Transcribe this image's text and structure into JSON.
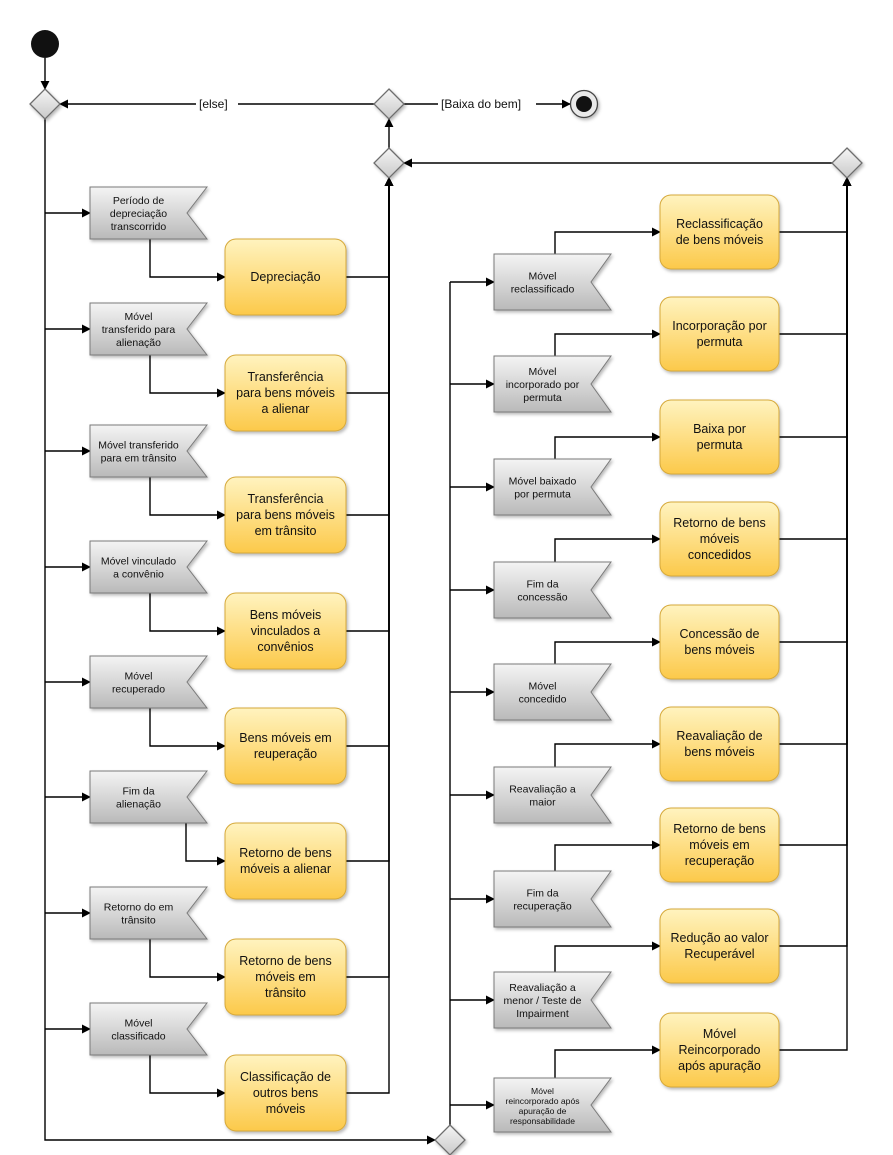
{
  "guards": {
    "else": "[else]",
    "baixa": "[Baixa do bem]"
  },
  "left_column": [
    {
      "signal": [
        "Período de",
        "depreciação",
        "transcorrido"
      ],
      "activity": [
        "Depreciação"
      ]
    },
    {
      "signal": [
        "Móvel",
        "transferido para",
        "alienação"
      ],
      "activity": [
        "Transferência",
        "para bens móveis",
        "a alienar"
      ]
    },
    {
      "signal": [
        "Móvel transferido",
        "para em trânsito"
      ],
      "activity": [
        "Transferência",
        "para bens móveis",
        "em trânsito"
      ]
    },
    {
      "signal": [
        "Móvel vinculado",
        "a convênio"
      ],
      "activity": [
        "Bens móveis",
        "vinculados a",
        "convênios"
      ]
    },
    {
      "signal": [
        "Móvel",
        "recuperado"
      ],
      "activity": [
        "Bens móveis em",
        "reuperação"
      ]
    },
    {
      "signal": [
        "Fim da",
        "alienação"
      ],
      "activity": [
        "Retorno de bens",
        "móveis a alienar"
      ]
    },
    {
      "signal": [
        "Retorno do em",
        "trânsito"
      ],
      "activity": [
        "Retorno de bens",
        "móveis em",
        "trânsito"
      ]
    },
    {
      "signal": [
        "Móvel",
        "classificado"
      ],
      "activity": [
        "Classificação de",
        "outros bens",
        "móveis"
      ]
    }
  ],
  "right_column": [
    {
      "signal": [
        "Móvel",
        "reclassificado"
      ],
      "activity": [
        "Reclassificação",
        "de bens móveis"
      ]
    },
    {
      "signal": [
        "Móvel",
        "incorporado por",
        "permuta"
      ],
      "activity": [
        "Incorporação por",
        "permuta"
      ]
    },
    {
      "signal": [
        "Móvel baixado",
        "por permuta"
      ],
      "activity": [
        "Baixa por",
        "permuta"
      ]
    },
    {
      "signal": [
        "Fim da",
        "concessão"
      ],
      "activity": [
        "Retorno de bens",
        "móveis",
        "concedidos"
      ]
    },
    {
      "signal": [
        "Móvel",
        "concedido"
      ],
      "activity": [
        "Concessão de",
        "bens móveis"
      ]
    },
    {
      "signal": [
        "Reavaliação a",
        "maior"
      ],
      "activity": [
        "Reavaliação de",
        "bens móveis"
      ]
    },
    {
      "signal": [
        "Fim da",
        "recuperação"
      ],
      "activity": [
        "Retorno de bens",
        "móveis em",
        "recuperação"
      ]
    },
    {
      "signal": [
        "Reavaliação a",
        "menor / Teste de",
        "Impairment"
      ],
      "activity": [
        "Redução ao valor",
        "Recuperável"
      ]
    },
    {
      "signal": [
        "Móvel",
        "reincorporado após",
        "apuração de",
        "responsabilidade"
      ],
      "activity": [
        "Móvel",
        "Reincorporado",
        "após apuração"
      ],
      "small_signal": true
    }
  ],
  "colors": {
    "activity_top": "#fff3bf",
    "activity_bottom": "#fcc94a",
    "activity_stroke": "#d6a93a",
    "signal_top": "#f4f4f4",
    "signal_bottom": "#b9b9b9",
    "signal_stroke": "#7a7a7a",
    "node_fill": "#111111",
    "diamond_fill": "#e6e6e6"
  }
}
